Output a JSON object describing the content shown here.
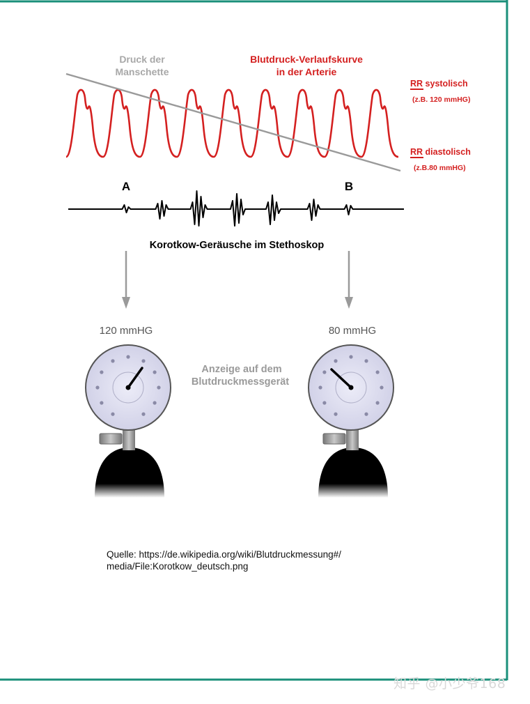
{
  "diagram": {
    "cuff_label": [
      "Druck der",
      "Manschette"
    ],
    "curve_label": [
      "Blutdruck-Verlaufskurve",
      "in der Arterie"
    ],
    "systolic": {
      "abbr": "RR",
      "label": " systolisch",
      "example": "(z.B. 120 mmHG)"
    },
    "diastolic": {
      "abbr": "RR",
      "label": " diastolisch",
      "example": "(z.B.80 mmHG)"
    },
    "marker_a": "A",
    "marker_b": "B",
    "sounds_caption": "Korotkow-Geräusche im Stethoskop",
    "gauge_left_value": "120 mmHG",
    "gauge_right_value": "80 mmHG",
    "display_caption": [
      "Anzeige auf dem",
      "Blutdruckmessgerät"
    ]
  },
  "source": {
    "line1": "Quelle: https://de.wikipedia.org/wiki/Blutdruckmessung#/",
    "line2": "media/File:Korotkow_deutsch.png"
  },
  "watermark": "知乎 @小少爷168",
  "colors": {
    "frame": "#1a8f7a",
    "curve": "#d42020",
    "cuff_line": "#9a9a9a",
    "gauge_face": "#d8d8ee",
    "gauge_dots": "#8a8aa6",
    "bulb": "#000000"
  },
  "icons": [
    "down-arrow-icon",
    "pressure-gauge-icon",
    "valve-icon",
    "bulb-icon"
  ]
}
